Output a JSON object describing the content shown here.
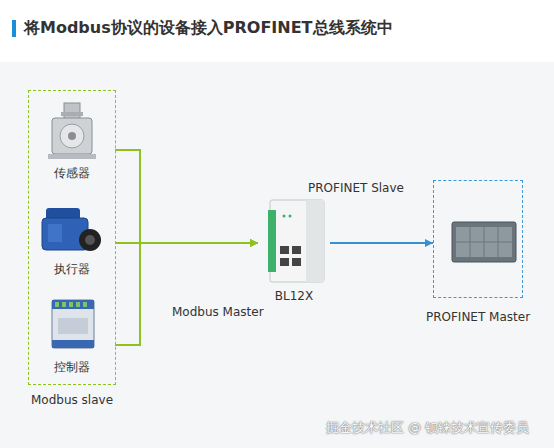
{
  "diagram": {
    "title": "将Modbus协议的设备接入PROFINET总线系统中",
    "nodes": [
      {
        "text": [
          "Modbus slave"
        ]
      },
      {
        "text": [
          "传感器"
        ],
        "in": 0
      },
      {
        "text": [
          "执行器"
        ],
        "in": 0
      },
      {
        "text": [
          "控制器"
        ],
        "in": 0
      },
      {
        "text": [
          "BL12X"
        ]
      },
      {
        "text": [
          "PROFINET Master"
        ]
      }
    ],
    "edges": [
      {
        "from": 1,
        "to": 4,
        "arrow": "to"
      },
      {
        "from": 2,
        "to": 4,
        "arrow": "to"
      },
      {
        "from": 3,
        "to": 4,
        "arrow": "to"
      },
      {
        "from": 4,
        "to": 5,
        "arrow": "to"
      }
    ],
    "labels": [
      "PROFINET Slave",
      "Modbus Master",
      "掘金技术社区 @ 钡铼技术宣传委员"
    ]
  }
}
